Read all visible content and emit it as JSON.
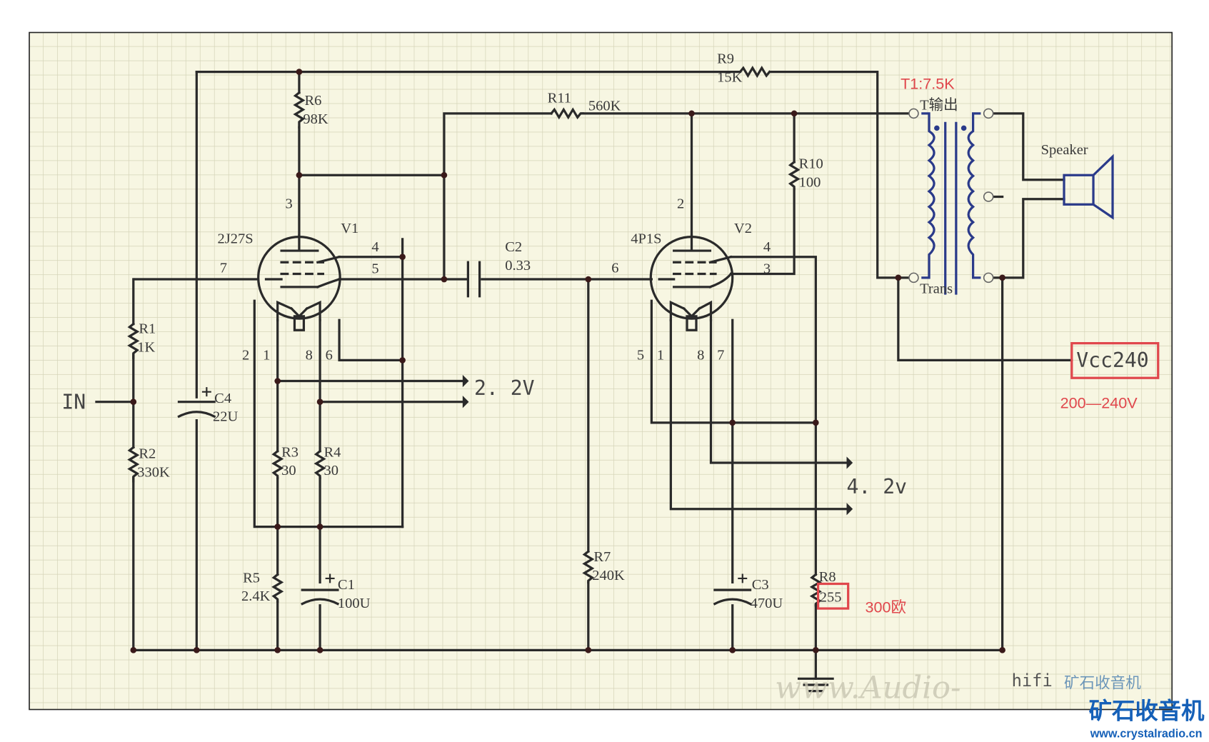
{
  "title": "2J27S + 4P1S single-ended tube amplifier schematic",
  "labels": {
    "in": "IN",
    "r1": "R1",
    "r1_val": "1K",
    "r2": "R2",
    "r2_val": "330K",
    "c4": "C4",
    "c4_val": "22U",
    "r6": "R6",
    "r6_val": "98K",
    "r3": "R3",
    "r3_val": "30",
    "r4": "R4",
    "r4_val": "30",
    "r5": "R5",
    "r5_val": "2.4K",
    "c1": "C1",
    "c1_val": "100U",
    "v1_type": "2J27S",
    "v1": "V1",
    "v1_pins": [
      "3",
      "7",
      "4",
      "5",
      "2",
      "1",
      "8",
      "6"
    ],
    "c2": "C2",
    "c2_val": "0.33",
    "r11": "R11",
    "r11_val": "560K",
    "r9": "R9",
    "r9_val": "15K",
    "r7": "R7",
    "r7_val": "240K",
    "v2_type": "4P1S",
    "v2": "V2",
    "v2_pins": [
      "2",
      "6",
      "4",
      "3",
      "5",
      "1",
      "8",
      "7"
    ],
    "r10": "R10",
    "r10_val": "100",
    "c3": "C3",
    "c3_val": "470U",
    "r8": "R8",
    "r8_val": "255",
    "r8_note": "300欧",
    "heater1": "2. 2V",
    "heater2": "4. 2v",
    "transformer_ratio": "T1:7.5K",
    "transformer_name": "T输出",
    "transformer_label": "Trans",
    "speaker": "Speaker",
    "vcc": "Vcc240",
    "vcc_range": "200—240V"
  },
  "watermarks": {
    "audio": "www.Audio-",
    "hifi": "hifi",
    "cn_small": "矿石收音机",
    "cn_logo": "矿石收音机",
    "url": "www.crystalradio.cn"
  },
  "colors": {
    "grid_bg": "#f7f6e2",
    "grid_line": "#d5d4b8",
    "wire": "#2a2a2a",
    "coil": "#2a3a8a",
    "annotation": "#e0474c",
    "logo": "#1560b8"
  }
}
